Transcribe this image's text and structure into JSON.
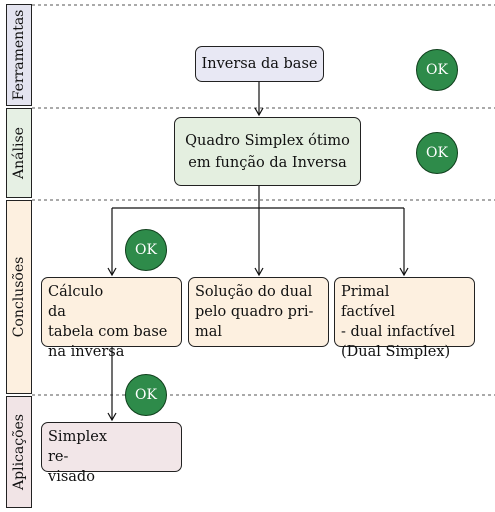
{
  "lanes": {
    "ferramentas": "Ferramentas",
    "analise": "Análise",
    "conclusoes": "Conclusões",
    "aplicacoes": "Aplicações"
  },
  "nodes": {
    "inversa": "Inversa da base",
    "quadro_line1": "Quadro Simplex ótimo",
    "quadro_line2": "em função da Inversa",
    "calculo_line1": "Cálculo da",
    "calculo_line2": "tabela com base",
    "calculo_line3": "na inversa",
    "solucao_line1": "Solução do dual",
    "solucao_line2": "pelo quadro pri-",
    "solucao_line3": "mal",
    "primal_line1": "Primal factível",
    "primal_line2": "- dual infactível",
    "primal_line3": "(Dual Simplex)",
    "simplex_line1": "Simplex re-",
    "simplex_line2": "visado"
  },
  "badges": {
    "ok": "OK"
  },
  "colors": {
    "lane_ferramentas": "#e4e4f0",
    "lane_analise": "#e6f0e4",
    "lane_conclusoes": "#fdf0e0",
    "lane_aplicacoes": "#f1e4e6",
    "node_inversa": "#e8e8f4",
    "node_quadro": "#e4efe0",
    "node_conclusao": "#fdf0e0",
    "node_simplex": "#f2e6e8",
    "ok_fill": "#2e8b4a"
  }
}
